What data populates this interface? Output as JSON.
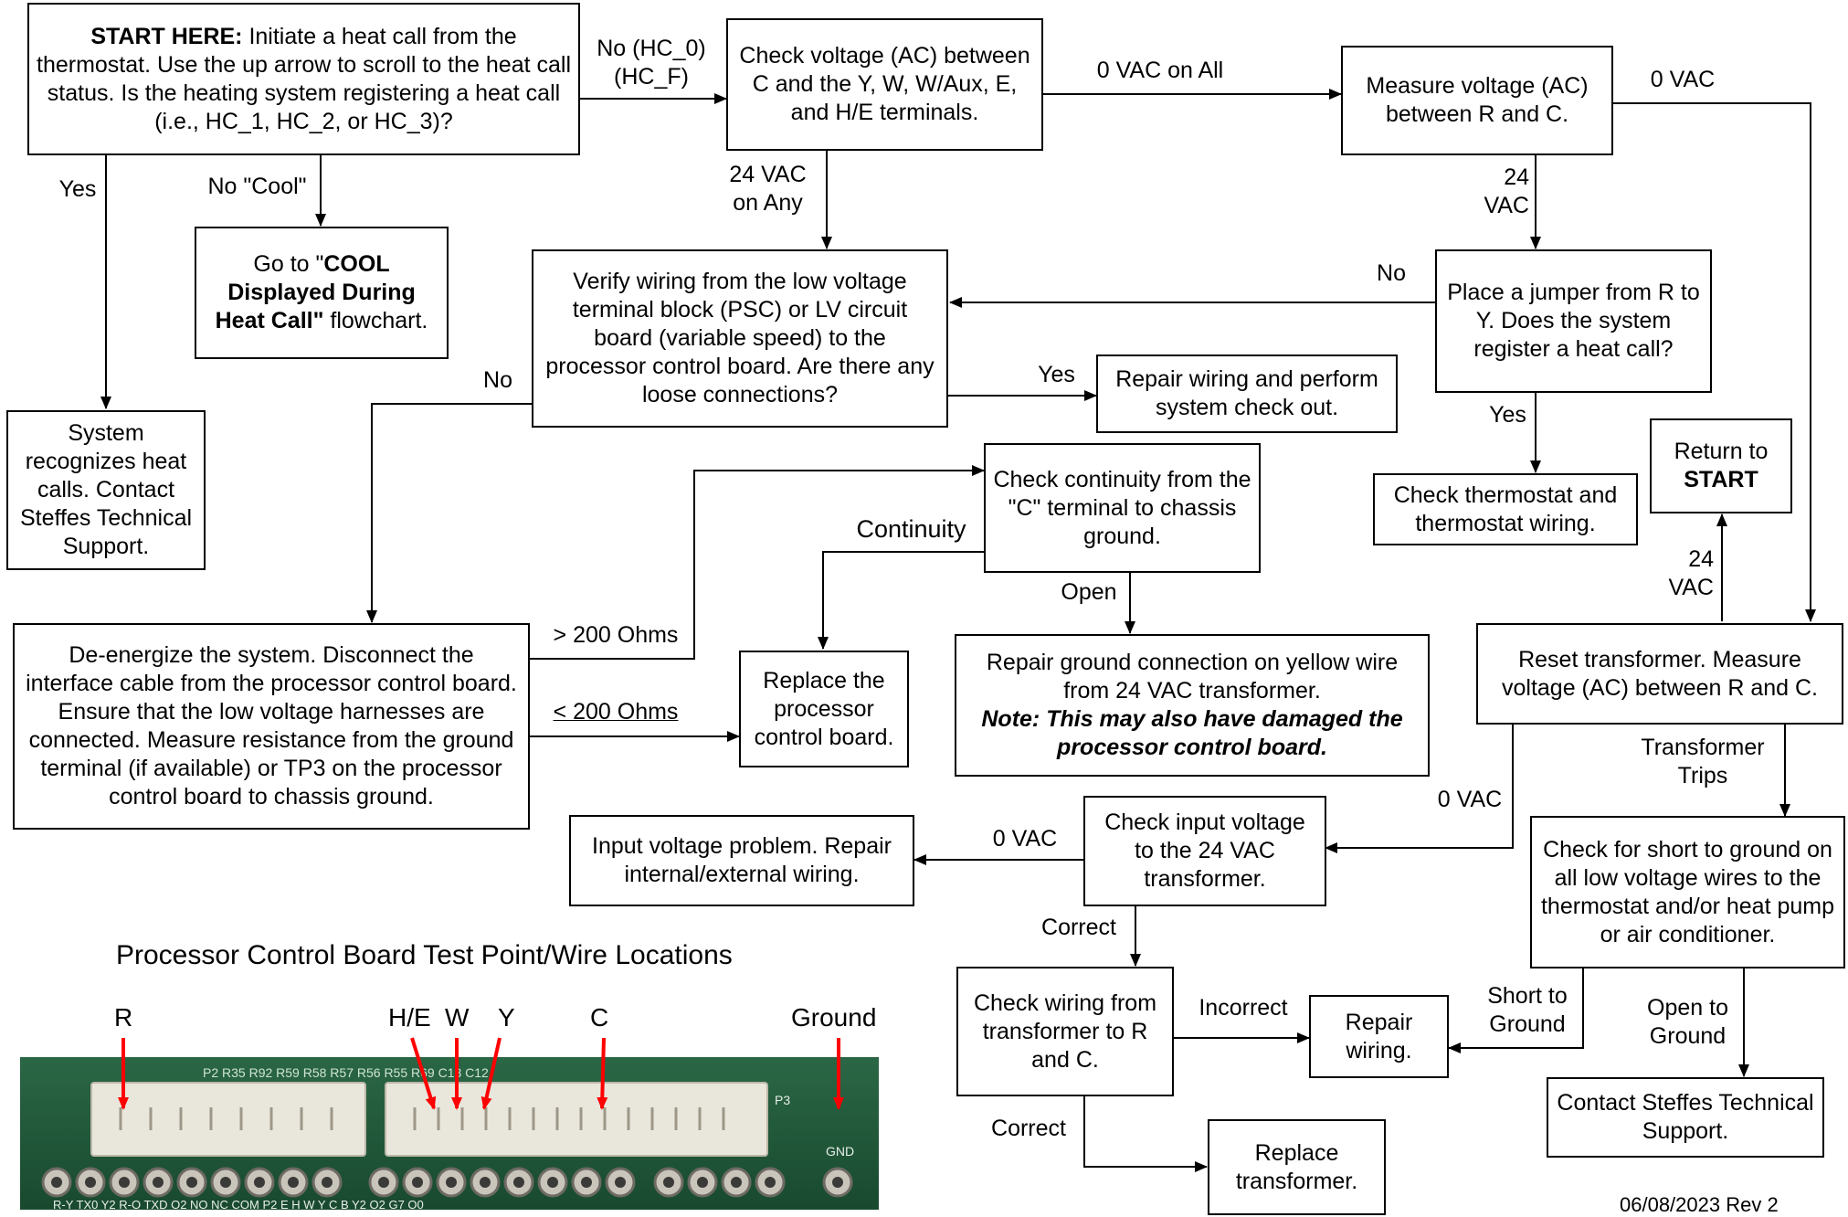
{
  "boxes": {
    "start": {
      "lead": "START HERE:",
      "text": " Initiate a heat call from the thermostat. Use the up arrow to scroll to the heat call status.  Is the heating system registering a heat call (i.e., HC_1, HC_2, or HC_3)?"
    },
    "check_voltage": "Check voltage (AC) between C and the Y, W, W/Aux, E, and H/E terminals.",
    "measure_rc": "Measure voltage (AC) between R and C.",
    "goto_cool": {
      "pre": "Go to \"",
      "bold": "COOL Displayed During Heat Call\"",
      "post": " flowchart."
    },
    "verify_wiring": "Verify wiring from the low voltage terminal block (PSC) or LV circuit board (variable speed) to the processor control board. Are there any loose connections?",
    "jumper": "Place a jumper from R to Y. Does the system register a heat call?",
    "system_recognizes": "System recognizes heat calls. Contact Steffes Technical Support.",
    "repair_wiring_checkout": "Repair wiring and perform system check out.",
    "check_thermostat": "Check thermostat and thermostat wiring.",
    "return_start": {
      "pre": "Return to",
      "bold": "START"
    },
    "continuity": "Check continuity from the \"C\" terminal to chassis ground.",
    "de_energize": "De-energize the system. Disconnect the interface cable from the processor control board. Ensure that the low voltage harnesses are connected. Measure resistance from the ground terminal (if available) or  TP3 on the processor control board to chassis ground.",
    "replace_board": "Replace the processor control board.",
    "repair_ground": {
      "text": "Repair ground connection on yellow wire from 24 VAC transformer.",
      "note": "Note: This may also have damaged the processor control board."
    },
    "reset_transformer": "Reset transformer. Measure voltage (AC) between R and C.",
    "input_problem": "Input voltage problem. Repair internal/external wiring.",
    "check_input": "Check input voltage to the 24 VAC transformer.",
    "check_short": "Check for short to ground on all low voltage wires to the thermostat and/or heat pump or air conditioner.",
    "check_wiring_transformer": "Check wiring from transformer to R and C.",
    "repair_wiring": "Repair wiring.",
    "contact_support": "Contact Steffes Technical Support.",
    "replace_transformer": "Replace transformer."
  },
  "labels": {
    "no_hc": "No (HC_0)\n(HC_F)",
    "zero_vac_all": "0 VAC on All",
    "zero_vac_top": "0 VAC",
    "yes_left": "Yes",
    "no_cool": "No \"Cool\"",
    "vac24_any": "24 VAC\non Any",
    "vac24_a": "24\nVAC",
    "no_jumper": "No",
    "no_verify": "No",
    "yes_verify": "Yes",
    "yes_jumper": "Yes",
    "continuity": "Continuity",
    "open": "Open",
    "gt200": "> 200 Ohms",
    "le200": "< 200 Ohms",
    "vac24_b": "24\nVAC",
    "transformer_trips": "Transformer\nTrips",
    "zero_vac_reset": "0 VAC",
    "zero_vac_input": "0 VAC",
    "correct_a": "Correct",
    "incorrect": "Incorrect",
    "short_ground": "Short to\nGround",
    "open_ground": "Open to\nGround",
    "correct_b": "Correct"
  },
  "pcb": {
    "title": "Processor Control Board Test Point/Wire Locations",
    "labels": [
      "R",
      "H/E",
      "W",
      "Y",
      "C",
      "Ground"
    ],
    "silk_top": "P2     R35  R92 R59  R58  R57  R56  R55  R69  C13 C12",
    "silk_gnd": "GND",
    "silk_p3": "P3",
    "silk_bottom": "R-Y TX0  Y2  R-O TXD  O2   NO   NC  COM    P2   E    H   W    Y    C          B   Y2  O2   G7  O0"
  },
  "revision": "06/08/2023 Rev 2",
  "colors": {
    "line": "#000000",
    "arrow_red": "#ff0000",
    "board": "#1f5a3a"
  }
}
